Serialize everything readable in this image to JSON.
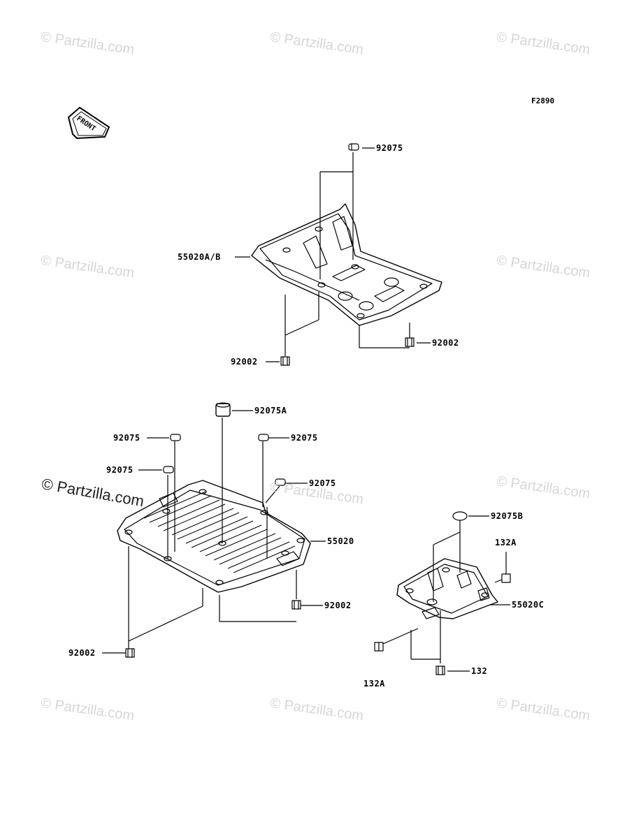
{
  "figure_code": "F2890",
  "front_label": "FRONT",
  "watermarks": [
    "© Partzilla.com",
    "© Partzilla.com",
    "© Partzilla.com",
    "© Partzilla.com",
    "© Partzilla.com",
    "© Partzilla.com",
    "© Partzilla.com",
    "© Partzilla.com",
    "© Partzilla.com",
    "© Partzilla.com",
    "© Partzilla.com"
  ],
  "parts": {
    "top_nut": "92075",
    "top_guard": "55020A/B",
    "top_bolt_right": "92002",
    "top_bolt_left": "92002",
    "mid_collar": "92075A",
    "mid_nut_left_1": "92075",
    "mid_nut_left_2": "92075",
    "mid_nut_right_1": "92075",
    "mid_nut_right_2": "92075",
    "mid_guard": "55020",
    "mid_bolt_right": "92002",
    "mid_bolt_left": "92002",
    "small_collar": "92075B",
    "small_bolt_top": "132A",
    "small_guard": "55020C",
    "small_bolt_left": "132A",
    "small_bolt_bottom": "132"
  }
}
